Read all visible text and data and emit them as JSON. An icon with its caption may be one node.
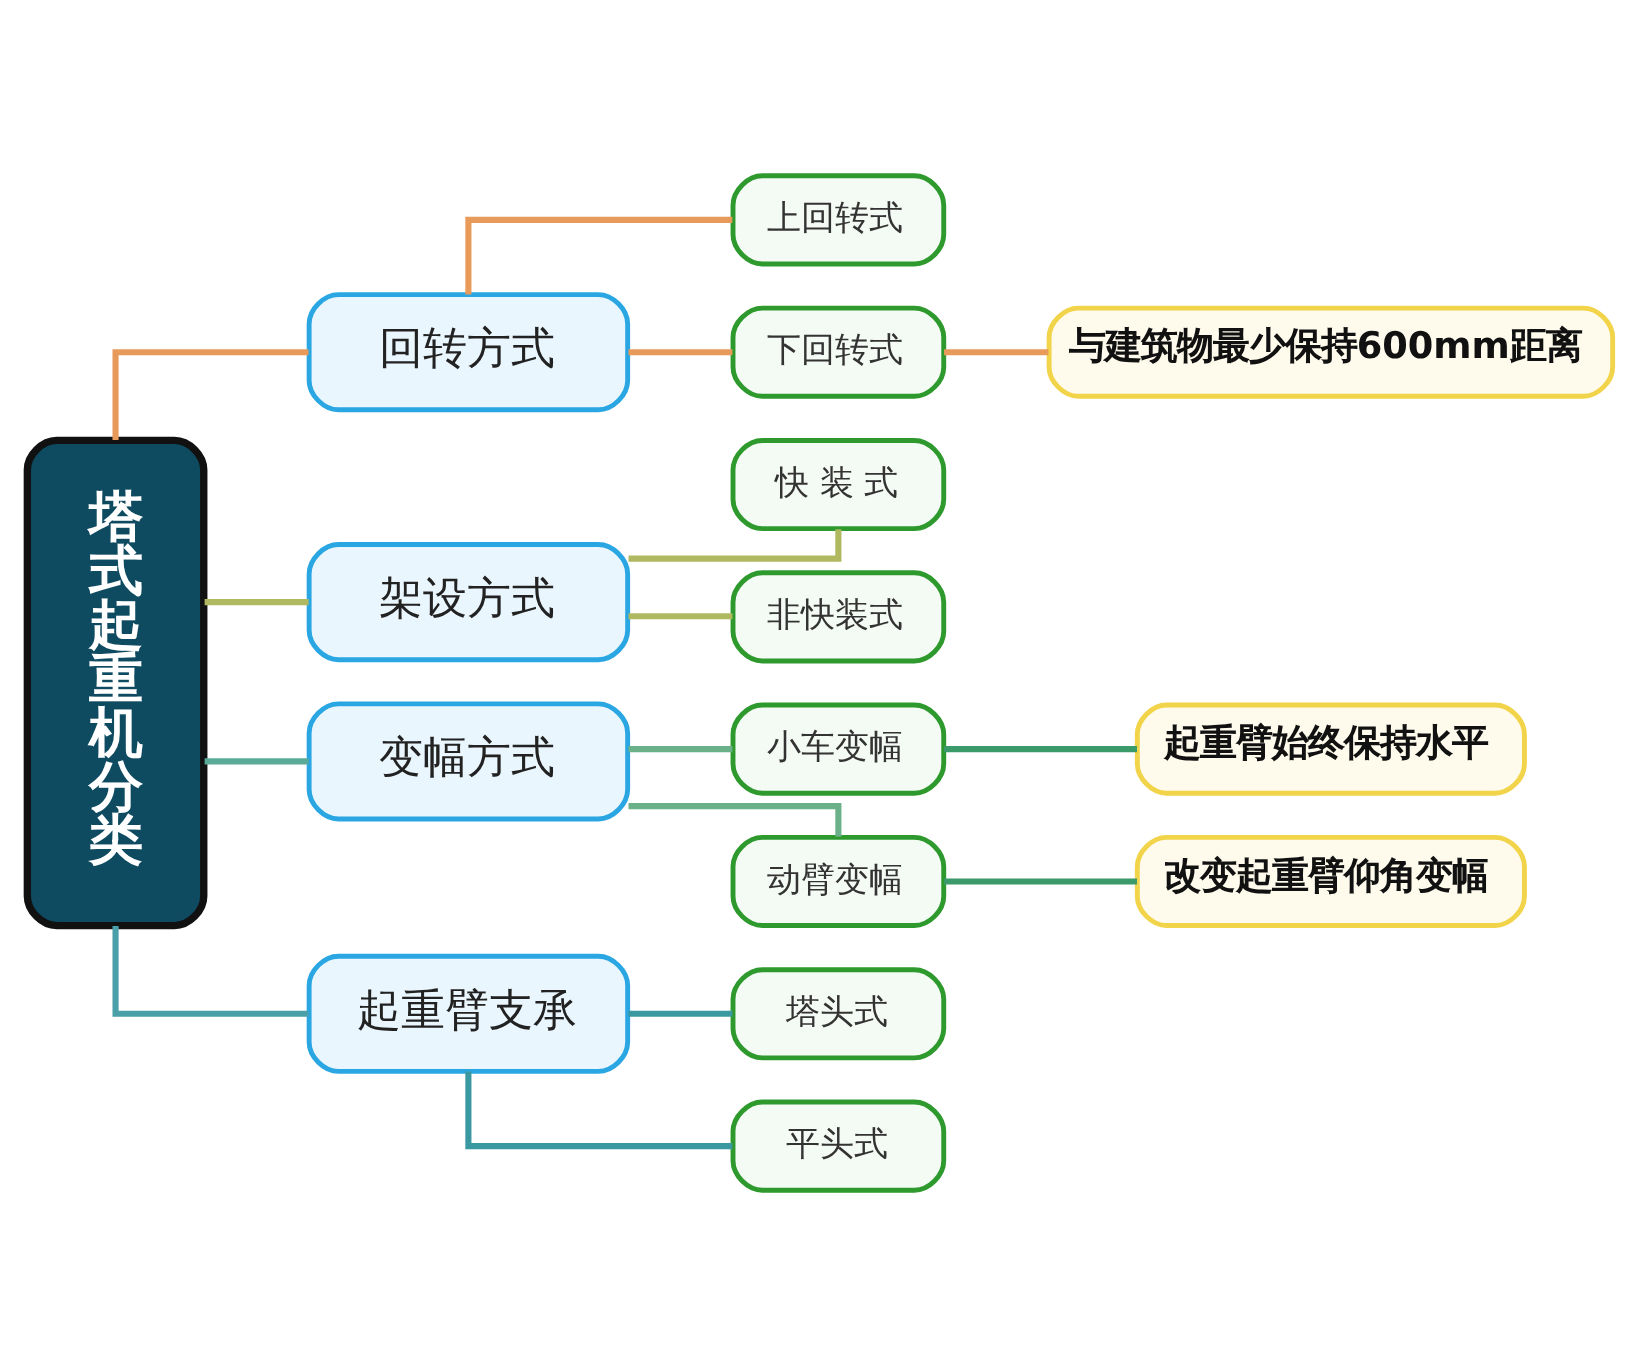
{
  "diagram": {
    "nodes": [
      {
        "text": [
          "塔式起重机分类"
        ]
      },
      {
        "text": [
          "回转方式"
        ]
      },
      {
        "text": [
          "上回转式"
        ]
      },
      {
        "text": [
          "下回转式"
        ]
      },
      {
        "text": [
          "与建筑物最少保持600mm距离"
        ]
      },
      {
        "text": [
          "架设方式"
        ]
      },
      {
        "text": [
          "快 装 式"
        ]
      },
      {
        "text": [
          "非快装式"
        ]
      },
      {
        "text": [
          "变幅方式"
        ]
      },
      {
        "text": [
          "小车变幅"
        ]
      },
      {
        "text": [
          "起重臂始终保持水平"
        ]
      },
      {
        "text": [
          "动臂变幅"
        ]
      },
      {
        "text": [
          "改变起重臂仰角变幅"
        ]
      },
      {
        "text": [
          "起重臂支承"
        ]
      },
      {
        "text": [
          "塔头式"
        ]
      },
      {
        "text": [
          "平头式"
        ]
      }
    ],
    "edges": [
      {
        "from": 0,
        "to": 1,
        "arrow": "none",
        "color": "#e89a5a"
      },
      {
        "from": 1,
        "to": 2,
        "arrow": "none",
        "color": "#e89a5a"
      },
      {
        "from": 1,
        "to": 3,
        "arrow": "none",
        "color": "#e89a5a"
      },
      {
        "from": 3,
        "to": 4,
        "arrow": "none",
        "color": "#e89a5a"
      },
      {
        "from": 0,
        "to": 5,
        "arrow": "none",
        "color": "#b0b860"
      },
      {
        "from": 5,
        "to": 6,
        "arrow": "none",
        "color": "#b0b860"
      },
      {
        "from": 5,
        "to": 7,
        "arrow": "none",
        "color": "#b0b860"
      },
      {
        "from": 0,
        "to": 8,
        "arrow": "none",
        "color": "#5aaa98"
      },
      {
        "from": 8,
        "to": 9,
        "arrow": "none",
        "color": "#6ab088"
      },
      {
        "from": 8,
        "to": 11,
        "arrow": "none",
        "color": "#6ab088"
      },
      {
        "from": 9,
        "to": 10,
        "arrow": "none",
        "color": "#3a9a6a"
      },
      {
        "from": 11,
        "to": 12,
        "arrow": "none",
        "color": "#3a9a6a"
      },
      {
        "from": 0,
        "to": 13,
        "arrow": "none",
        "color": "#4aa0a8"
      },
      {
        "from": 13,
        "to": 14,
        "arrow": "none",
        "color": "#3a98a0"
      },
      {
        "from": 13,
        "to": 15,
        "arrow": "none",
        "color": "#3a98a0"
      }
    ]
  }
}
